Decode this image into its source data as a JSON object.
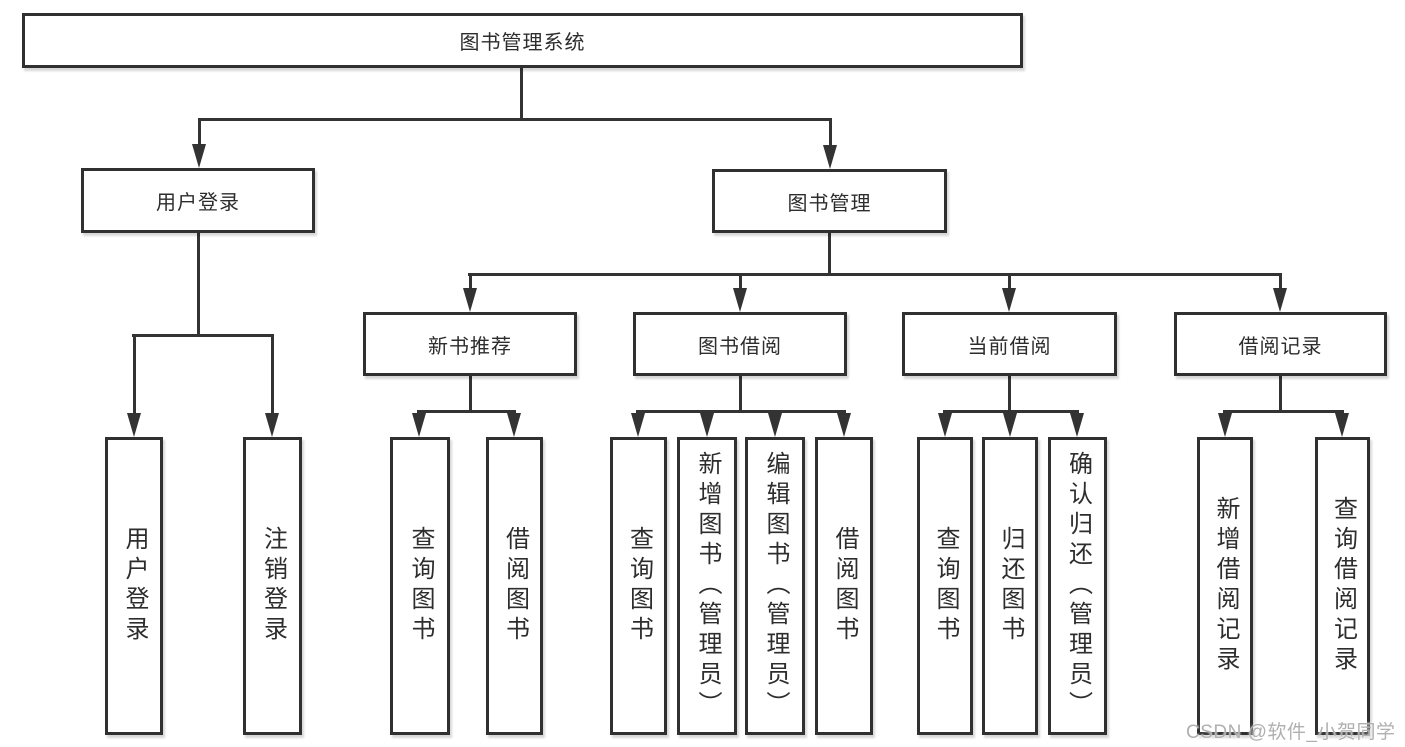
{
  "title": "图书管理系统",
  "tree": {
    "root": {
      "label": "图书管理系统"
    },
    "branches": [
      {
        "label": "用户登录",
        "children": [
          {
            "label": "用户登录"
          },
          {
            "label": "注销登录"
          }
        ]
      },
      {
        "label": "图书管理",
        "children": [
          {
            "label": "新书推荐",
            "children": [
              {
                "label": "查询图书"
              },
              {
                "label": "借阅图书"
              }
            ]
          },
          {
            "label": "图书借阅",
            "children": [
              {
                "label": "查询图书"
              },
              {
                "label": "新增图书（管理员）"
              },
              {
                "label": "编辑图书（管理员）"
              },
              {
                "label": "借阅图书"
              }
            ]
          },
          {
            "label": "当前借阅",
            "children": [
              {
                "label": "查询图书"
              },
              {
                "label": "归还图书"
              },
              {
                "label": "确认归还（管理员）"
              }
            ]
          },
          {
            "label": "借阅记录",
            "children": [
              {
                "label": "新增借阅记录"
              },
              {
                "label": "查询借阅记录"
              }
            ]
          }
        ]
      }
    ]
  },
  "watermark": "CSDN @软件_小贺同学",
  "colors": {
    "line": "#333333",
    "box_border": "#303030",
    "box_fill": "#ffffff",
    "text": "#2d2d2d",
    "watermark": "#b0b0b0"
  }
}
